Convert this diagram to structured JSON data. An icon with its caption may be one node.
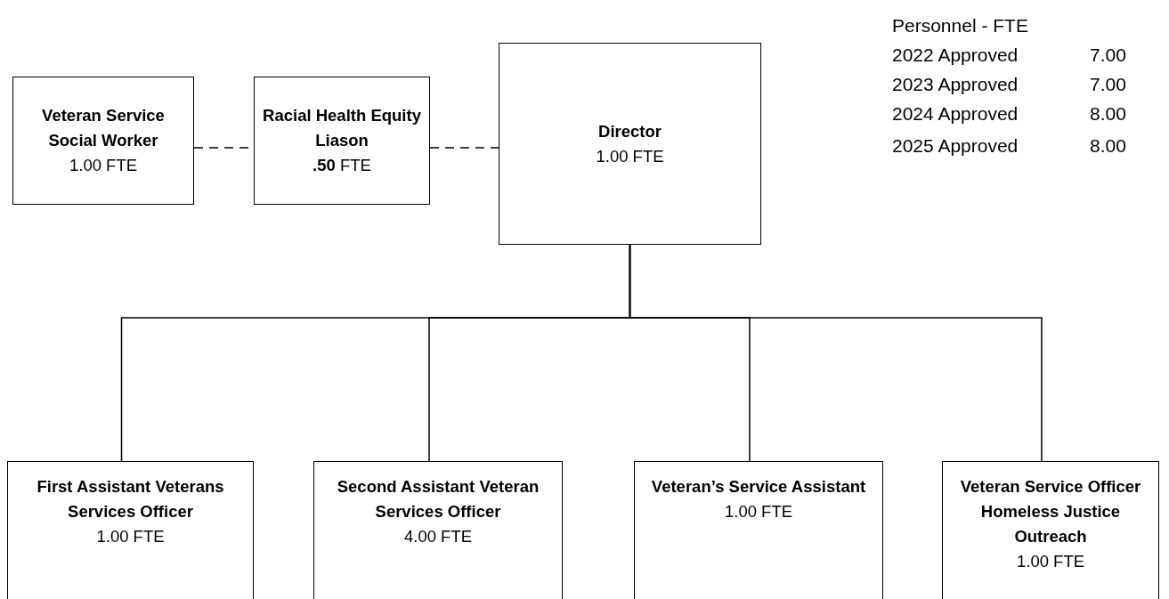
{
  "diagram": {
    "nodes": [
      {
        "text": [
          "Veteran Service Social Worker",
          "1.00 FTE"
        ]
      },
      {
        "text": [
          "Racial Health Equity Liason",
          "**.50** FTE"
        ]
      },
      {
        "text": [
          "Director",
          "1.00 FTE"
        ]
      },
      {
        "text": [
          "First Assistant Veterans Services Officer",
          "1.00 FTE"
        ]
      },
      {
        "text": [
          "Second Assistant Veteran Services Officer",
          "4.00 FTE"
        ]
      },
      {
        "text": [
          "Veteran’s Service Assistant",
          "1.00 FTE"
        ]
      },
      {
        "text": [
          "Veteran Service Officer Homeless Justice Outreach",
          "1.00 FTE"
        ]
      }
    ],
    "edges": [
      {
        "from": 0,
        "to": 1,
        "arrow": "none",
        "style": "dashed"
      },
      {
        "from": 1,
        "to": 2,
        "arrow": "none",
        "style": "dashed"
      },
      {
        "from": 2,
        "to": 3,
        "arrow": "none"
      },
      {
        "from": 2,
        "to": 4,
        "arrow": "none"
      },
      {
        "from": 2,
        "to": 5,
        "arrow": "none"
      },
      {
        "from": 2,
        "to": 6,
        "arrow": "none"
      }
    ],
    "labels": [
      "Personnel - FTE",
      "2022 Approved",
      "7.00",
      "2023 Approved",
      "7.00",
      "2024 Approved",
      "8.00",
      "2025 Approved",
      "8.00"
    ]
  }
}
